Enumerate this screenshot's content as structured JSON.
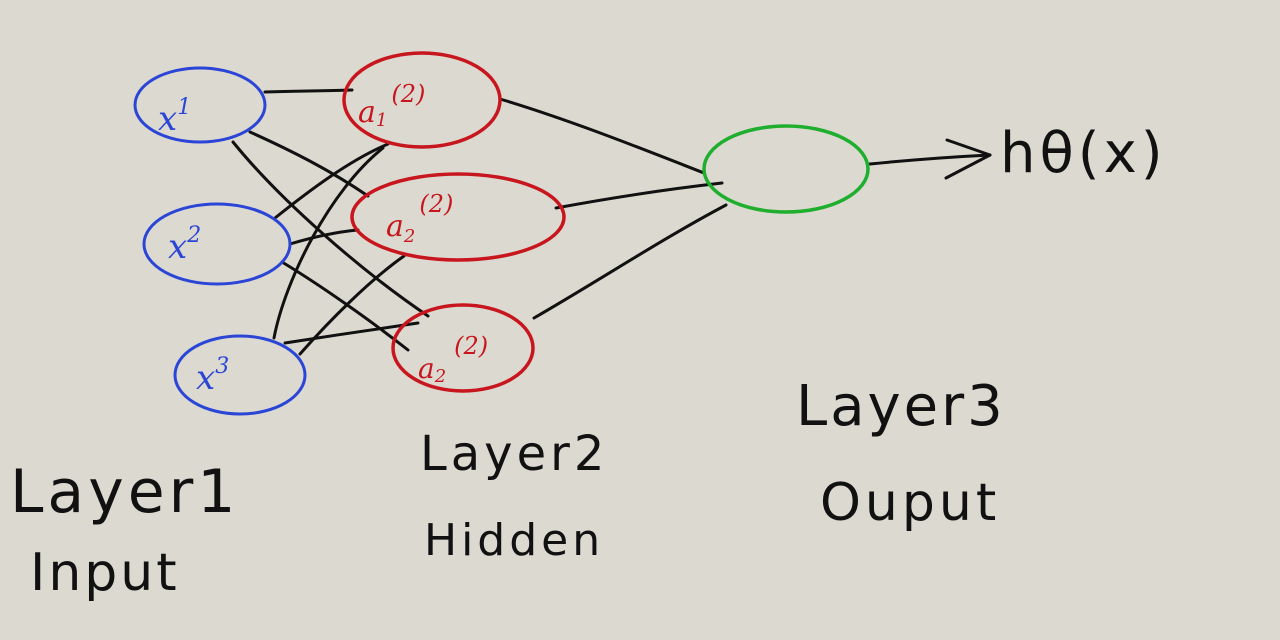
{
  "colors": {
    "background": "#dcdad0",
    "input_layer": "#2b45d6",
    "hidden_layer": "#c8161e",
    "output_layer": "#1fae2e",
    "ink": "#111111"
  },
  "layers": {
    "input": {
      "name": "Layer1",
      "role": "Input",
      "nodes": [
        {
          "base": "x",
          "sup": "1"
        },
        {
          "base": "x",
          "sup": "2"
        },
        {
          "base": "x",
          "sup": "3"
        }
      ]
    },
    "hidden": {
      "name": "Layer2",
      "role": "Hidden",
      "nodes": [
        {
          "base": "a",
          "sub": "1",
          "sup": "(2)"
        },
        {
          "base": "a",
          "sub": "2",
          "sup": "(2)"
        },
        {
          "base": "a",
          "sub": "2",
          "sup": "(2)"
        }
      ]
    },
    "output": {
      "name": "Layer3",
      "role": "Ouput",
      "result": "hθ(x)"
    }
  },
  "edges": [
    [
      "input.0",
      "hidden.0"
    ],
    [
      "input.0",
      "hidden.1"
    ],
    [
      "input.0",
      "hidden.2"
    ],
    [
      "input.1",
      "hidden.0"
    ],
    [
      "input.1",
      "hidden.1"
    ],
    [
      "input.1",
      "hidden.2"
    ],
    [
      "input.2",
      "hidden.0"
    ],
    [
      "input.2",
      "hidden.1"
    ],
    [
      "input.2",
      "hidden.2"
    ],
    [
      "hidden.0",
      "output"
    ],
    [
      "hidden.1",
      "output"
    ],
    [
      "hidden.2",
      "output"
    ]
  ]
}
